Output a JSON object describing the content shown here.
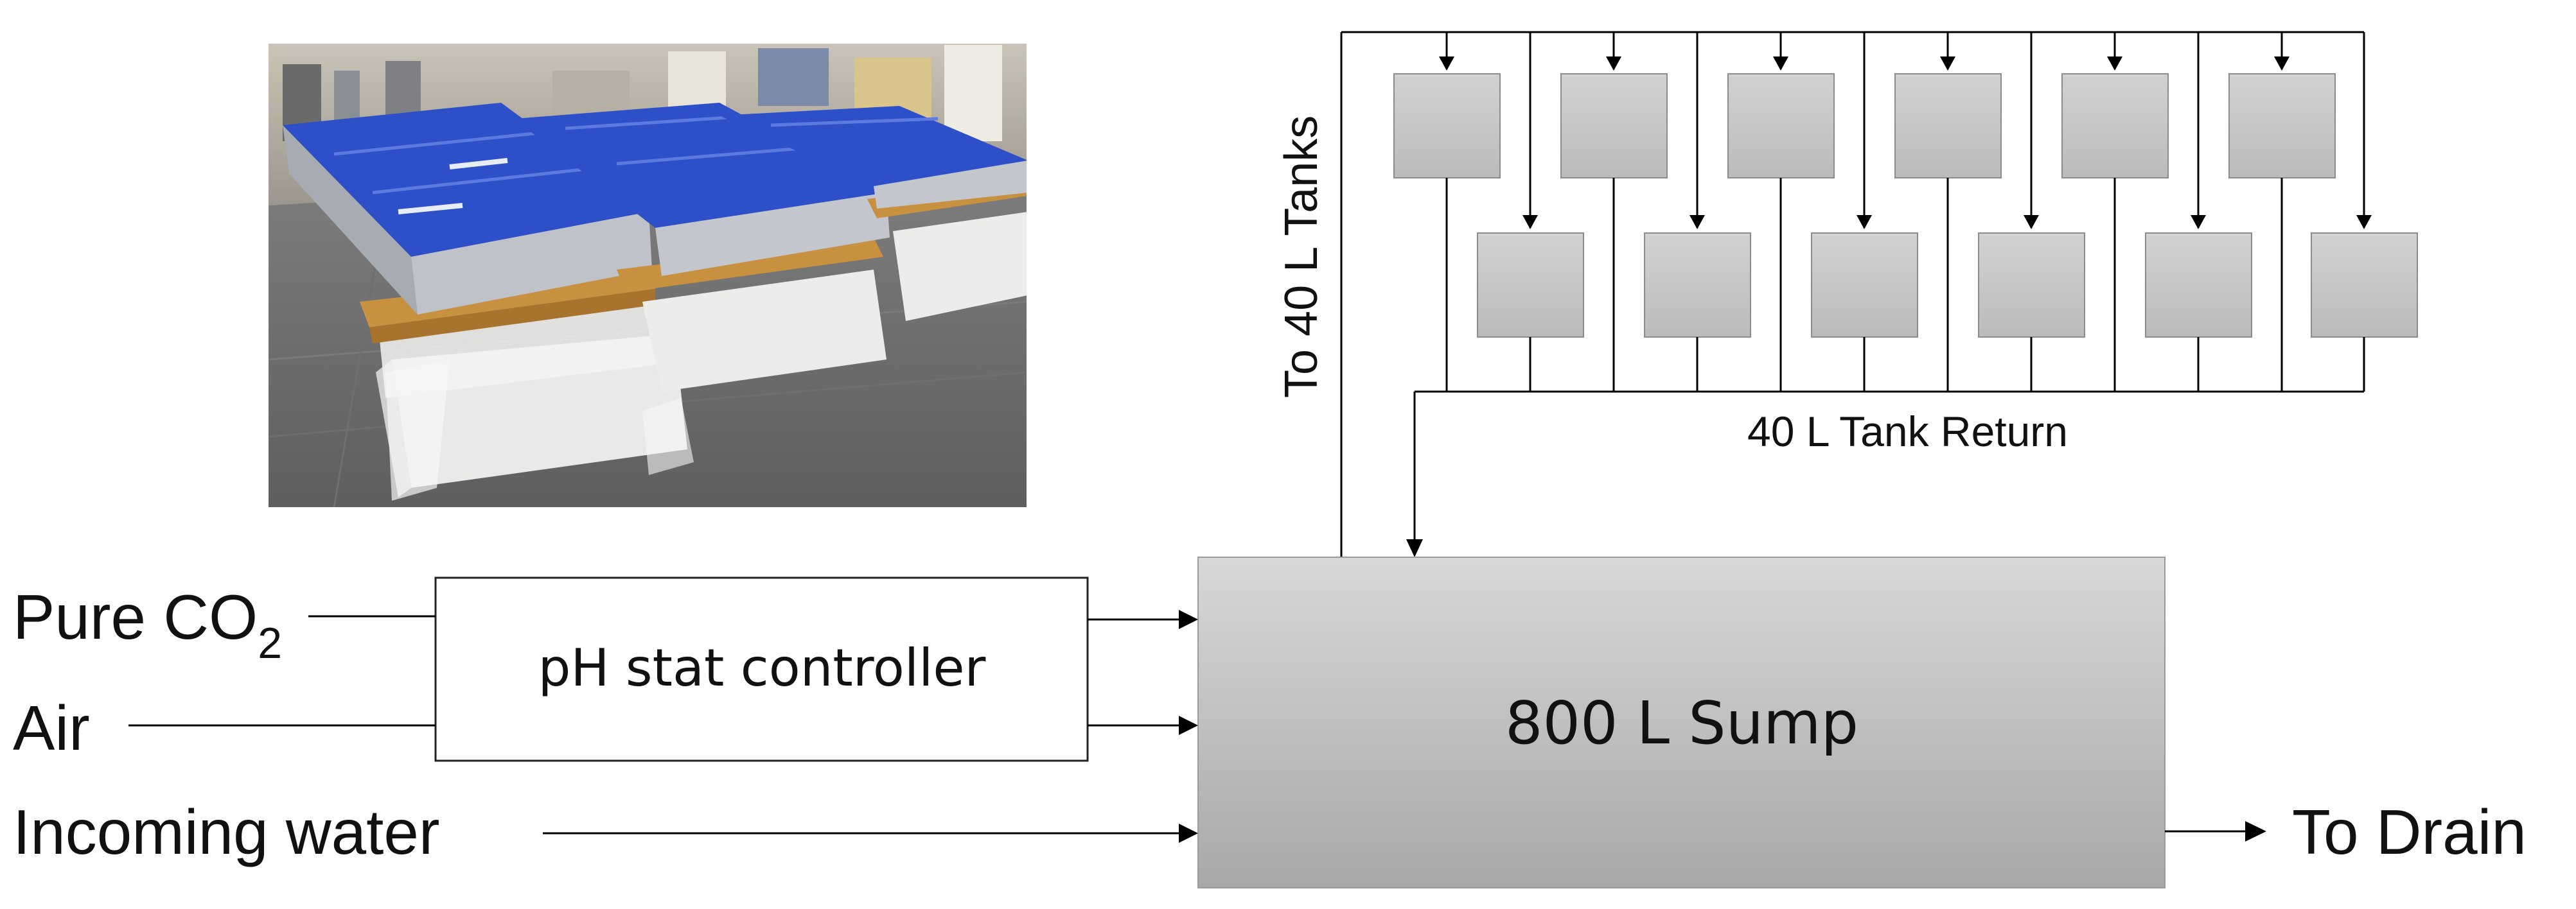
{
  "diagram": {
    "inputs": {
      "co2": "Pure CO",
      "co2_subscript": "2",
      "air": "Air",
      "water": "Incoming water"
    },
    "controller_label": "pH stat controller",
    "sump_label": "800 L Sump",
    "drain_label": "To Drain",
    "supply_label": "To 40 L Tanks",
    "return_label": "40 L Tank Return",
    "tank_count": 12
  },
  "photo": {
    "subject": "Photo of experimental tank setup: rows of clear bins with blue lids on wooden pallets above white sump tanks in a workshop"
  },
  "colors": {
    "tank_fill": "#c8c8c8",
    "tank_stroke": "#8c8c8c",
    "sump_gradient_top": "#d6d6d6",
    "sump_gradient_bottom": "#a9a9a9",
    "lid_blue": "#2d4fc8"
  }
}
